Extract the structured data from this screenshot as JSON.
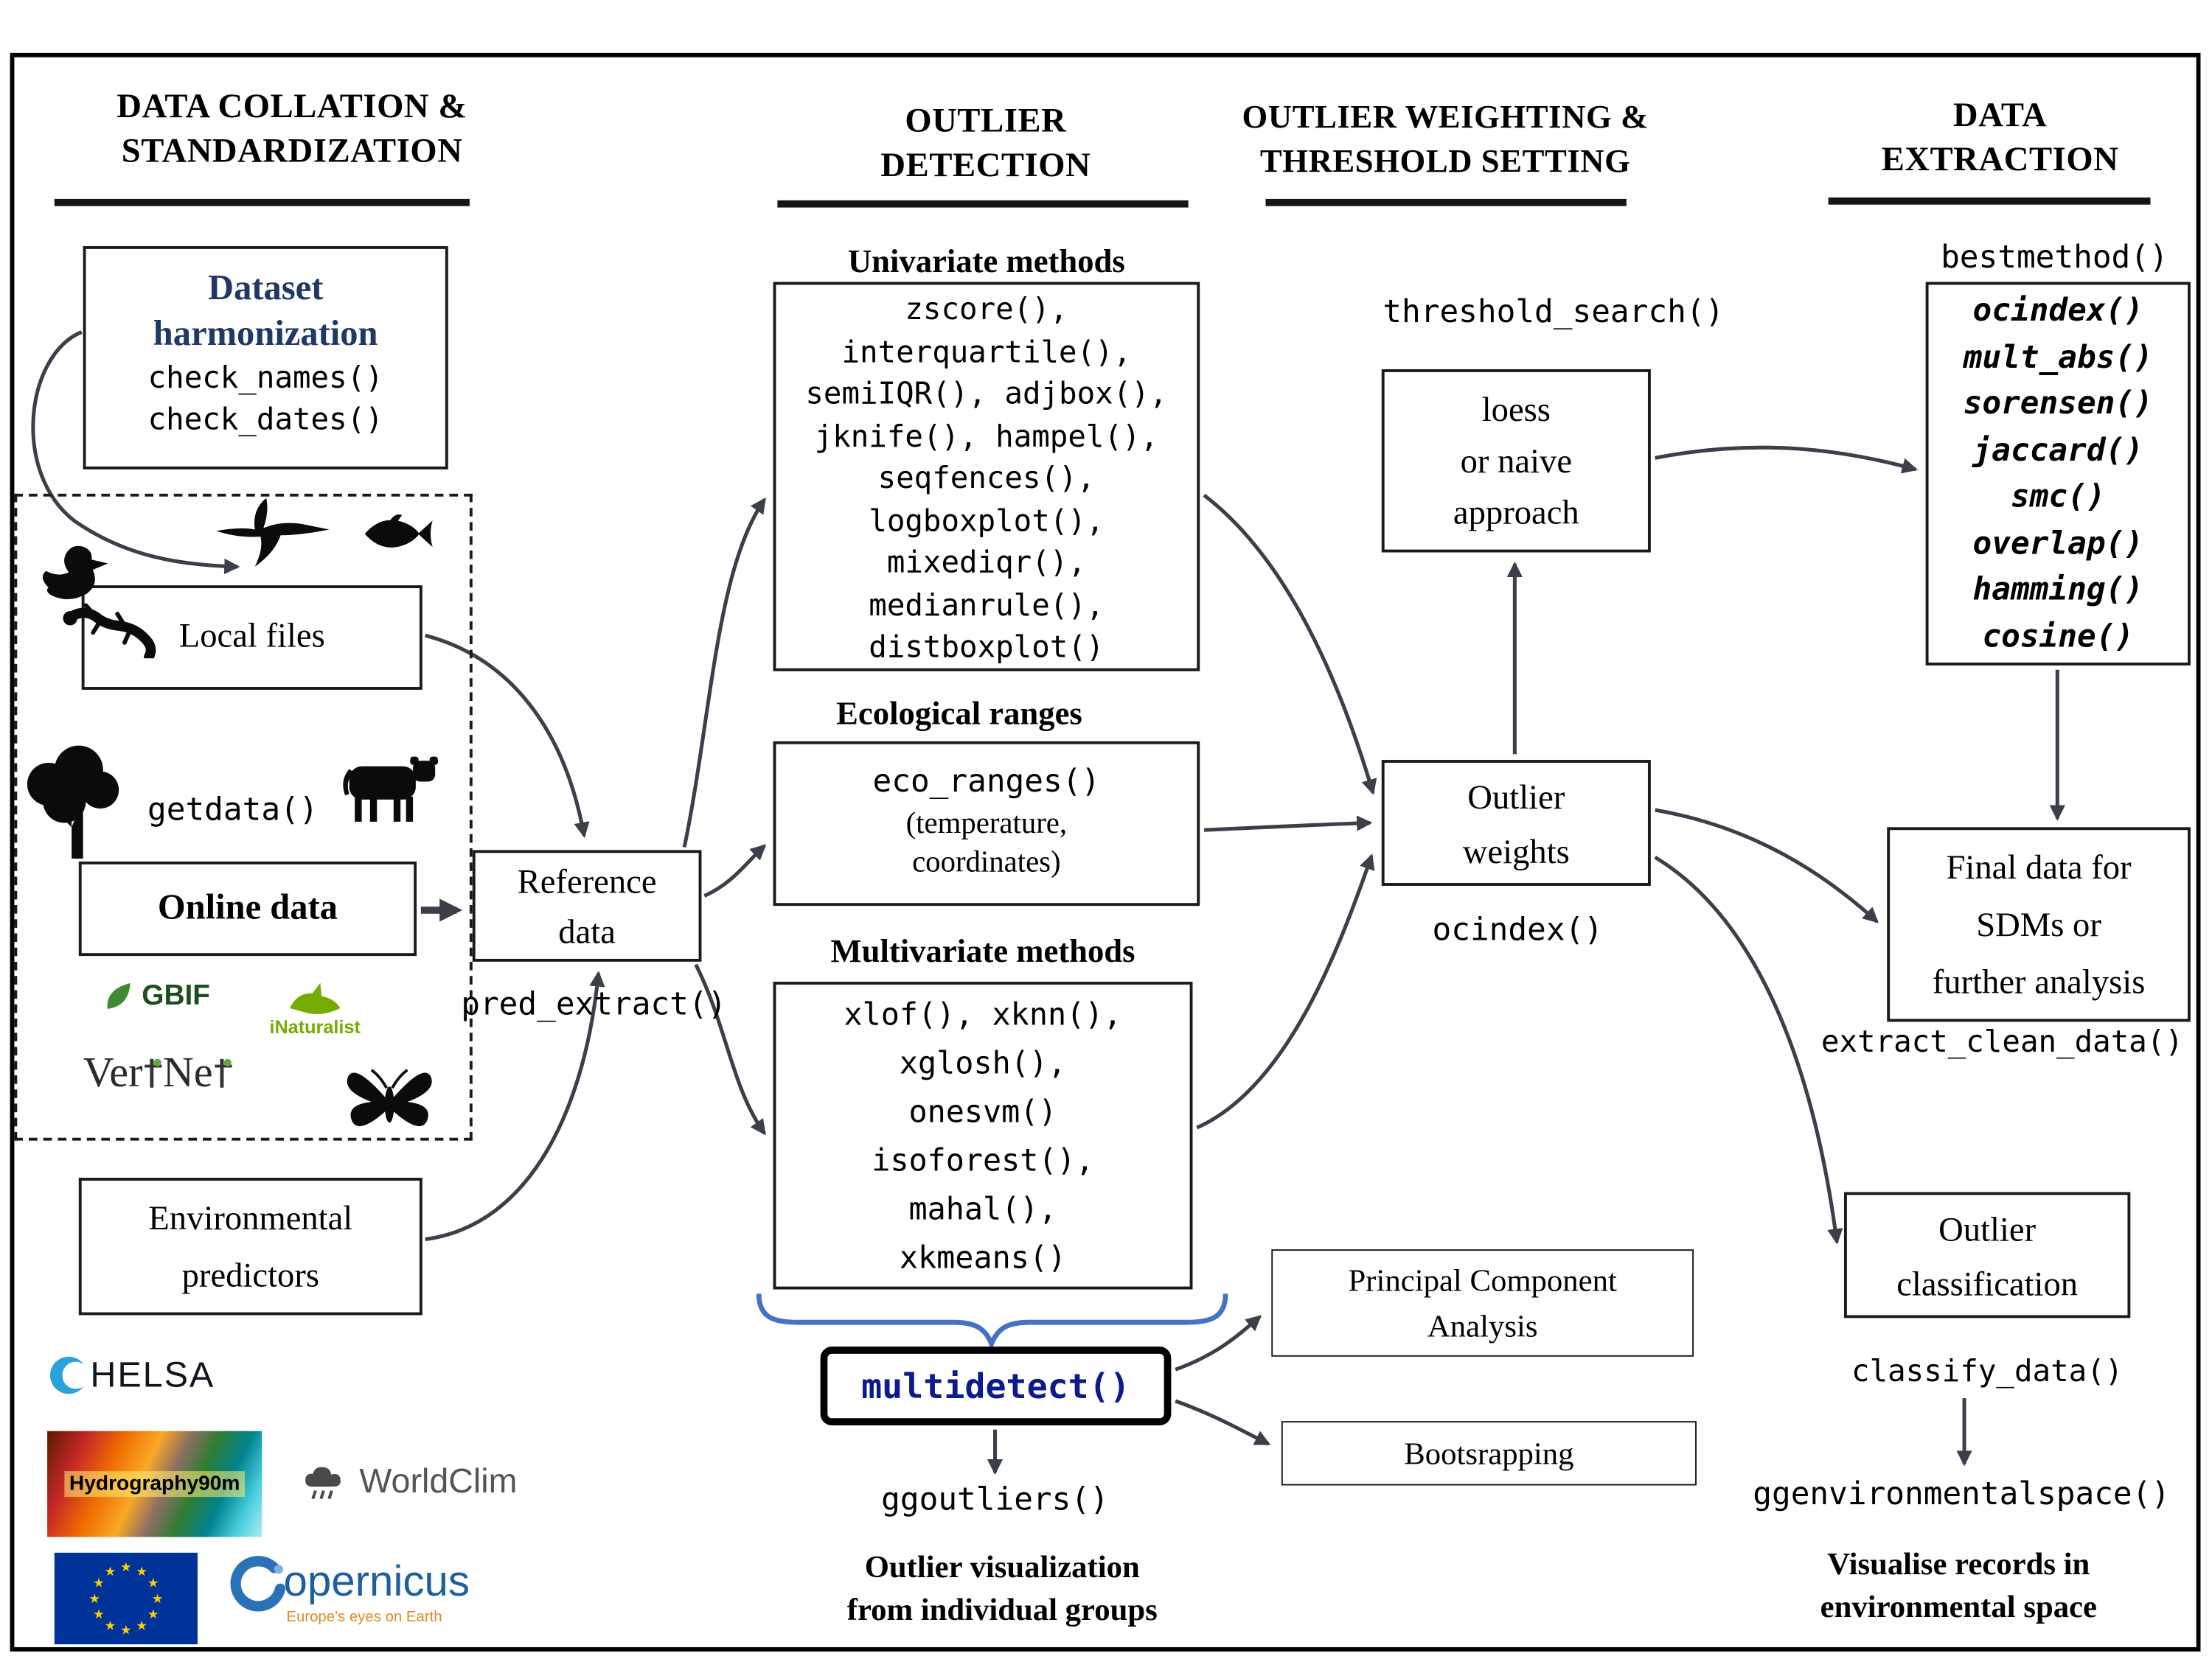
{
  "headers": {
    "col1": [
      "DATA COLLATION &",
      "STANDARDIZATION"
    ],
    "col2": [
      "OUTLIER",
      "DETECTION"
    ],
    "col3": [
      "OUTLIER WEIGHTING &",
      "THRESHOLD SETTING"
    ],
    "col4": [
      "DATA",
      "EXTRACTION"
    ]
  },
  "collation": {
    "harmonization_title": [
      "Dataset",
      "harmonization"
    ],
    "harmonization_code": [
      "check_names()",
      "check_dates()"
    ],
    "local_files": "Local files",
    "getdata_code": "getdata()",
    "online_data": "Online data",
    "env_predictors": [
      "Environmental",
      "predictors"
    ],
    "logos": {
      "gbif": "GBIF",
      "inaturalist": "iNaturalist",
      "vertnet_part1": "Ver",
      "vertnet_part2": "Ne",
      "chelsa_c": "C",
      "chelsa_rest": "HELSA",
      "hydrography": "Hydrography90m",
      "worldclim": "WorldClim",
      "copernicus": "opernicus",
      "copernicus_tagline": "Europe's eyes on Earth"
    }
  },
  "reference": {
    "lines": [
      "Reference",
      "data"
    ],
    "pred_extract_code": "pred_extract()"
  },
  "detection": {
    "univariate_heading": "Univariate methods",
    "univariate_lines": [
      "zscore(),",
      "interquartile(),",
      "semiIQR(), adjbox(),",
      "jknife(), hampel(),",
      "seqfences(),",
      "logboxplot(),",
      "mixediqr(),",
      "medianrule(),",
      "distboxplot()"
    ],
    "eco_heading": "Ecological ranges",
    "eco_code": "eco_ranges()",
    "eco_sub": [
      "(temperature,",
      "coordinates)"
    ],
    "multivariate_heading": "Multivariate methods",
    "multivariate_lines": [
      "xlof(), xknn(),",
      "xglosh(),",
      "onesvm()",
      "isoforest(),",
      "mahal(),",
      "xkmeans()"
    ],
    "multidetect_code": "multidetect()",
    "ggoutliers_code": "ggoutliers()",
    "viz_caption": [
      "Outlier visualization",
      "from individual groups"
    ],
    "pca_lines": [
      "Principal Component",
      "Analysis"
    ],
    "bootstrap": "Bootsrapping"
  },
  "weighting": {
    "threshold_code": "threshold_search()",
    "loess_lines": [
      "loess",
      "or naive",
      "approach"
    ],
    "weights_lines": [
      "Outlier",
      "weights"
    ],
    "ocindex_code": "ocindex()"
  },
  "extraction": {
    "bestmethod_code": "bestmethod()",
    "method_lines": [
      "ocindex()",
      "mult_abs()",
      "sorensen()",
      "jaccard()",
      "smc()",
      "overlap()",
      "hamming()",
      "cosine()"
    ],
    "final_lines": [
      "Final data for",
      "SDMs or",
      "further analysis"
    ],
    "extract_code": "extract_clean_data()",
    "classification_lines": [
      "Outlier",
      "classification"
    ],
    "classify_code": "classify_data()",
    "ggenv_code": "ggenvironmentalspace()",
    "env_caption": [
      "Visualise records in",
      "environmental space"
    ]
  },
  "colors": {
    "harmonization_text": "#1f3864",
    "multidetect_text": "#0b1a8c",
    "brace_blue": "#4472c4",
    "arrow": "#3a3f4a",
    "gbif_green": "#2f7a2c",
    "inaturalist_green": "#74ac00",
    "eu_blue": "#003399",
    "eu_star_yellow": "#ffcc00",
    "copernicus_blue": "#1d5f9e"
  }
}
